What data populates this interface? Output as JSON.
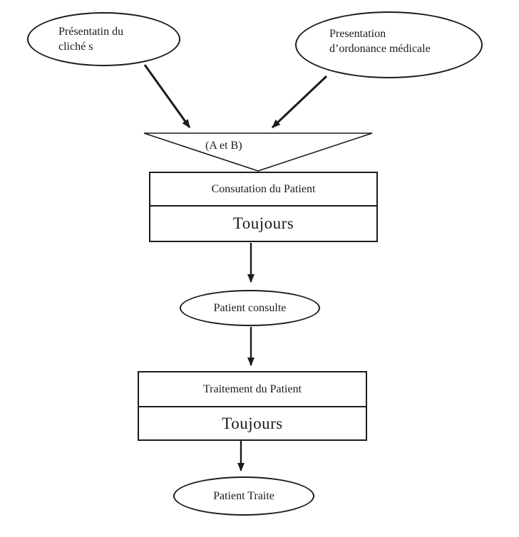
{
  "diagram": {
    "type": "flowchart",
    "events": [
      {
        "label": "Présentatin du\ncliché s",
        "shape": "ellipse"
      },
      {
        "label": "Presentation\nd’ordonance médicale",
        "shape": "ellipse"
      }
    ],
    "sync": {
      "label": "(A et B)",
      "shape": "triangle"
    },
    "operations": [
      {
        "title": "Consutation du Patient",
        "rule": "Toujours",
        "shape": "divided-rectangle"
      },
      {
        "title": "Traitement du Patient",
        "rule": "Toujours",
        "shape": "divided-rectangle"
      }
    ],
    "results": [
      {
        "label": "Patient consulte",
        "shape": "ellipse"
      },
      {
        "label": "Patient Traite",
        "shape": "ellipse"
      }
    ],
    "colors": {
      "ink": "#1b1b1b",
      "background": "#ffffff"
    }
  }
}
